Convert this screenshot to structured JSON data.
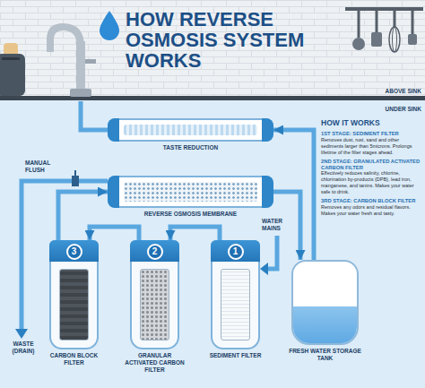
{
  "diagram": {
    "title": "HOW REVERSE OSMOSIS SYSTEM WORKS",
    "nodes": [
      {
        "text": [
          "TASTE REDUCTION"
        ]
      },
      {
        "text": [
          "REVERSE OSMOSIS MEMBRANE"
        ]
      },
      {
        "text": [
          "3",
          "CARBON BLOCK FILTER"
        ]
      },
      {
        "text": [
          "2",
          "GRANULAR ACTIVATED CARBON FILTER"
        ]
      },
      {
        "text": [
          "1",
          "SEDIMENT FILTER"
        ]
      },
      {
        "text": [
          "FRESH WATER STORAGE TANK"
        ]
      }
    ],
    "edges": [
      {
        "from": 4,
        "to": 3,
        "arrow": "to"
      },
      {
        "from": 3,
        "to": 2,
        "arrow": "to"
      },
      {
        "from": 2,
        "to": 1,
        "arrow": "to"
      },
      {
        "from": 1,
        "to": 5,
        "arrow": "to"
      },
      {
        "from": 5,
        "to": 0,
        "arrow": "to"
      }
    ],
    "labels": [
      "ABOVE SINK",
      "UNDER SINK",
      "MANUAL FLUSH",
      "WATER MAINS",
      "HOW IT WORKS",
      "1ST STAGE: SEDIMENT FILTER",
      "Removes dust, rust, sand and other sediments larger than 5microns. Prolongs lifetime of the filter stages ahead.",
      "2ND STAGE: GRANULATED ACTIVATED CARBON FILTER",
      "Effectively reduces salinity, chlorine, chlorination by-products (DPB), lead iron, manganese, and tanins. Makes your water safe to drink.",
      "3RD STAGE: CARBON BLOCK FILTER",
      "Removes any odors and residual flavors. Makes your water fresh and tasty.",
      "WASTE (DRAIN)"
    ]
  }
}
